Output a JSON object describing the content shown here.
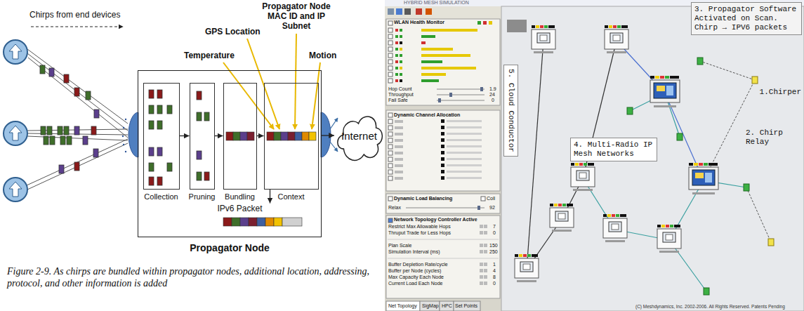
{
  "diagram": {
    "caption": "Figure 2-9. As chirps are bundled within propagator nodes, additional location, addressing, protocol, and other information is added",
    "nodes": [
      {
        "text": [
          "Propagator Node"
        ]
      },
      {
        "text": [
          "Collection"
        ],
        "in": 0
      },
      {
        "text": [
          "Pruning"
        ],
        "in": 0
      },
      {
        "text": [
          "Bundling"
        ],
        "in": 0
      },
      {
        "text": [
          "Context"
        ],
        "in": 0
      },
      {
        "text": [
          "IPv6 Packet"
        ],
        "in": 0
      },
      {
        "text": [
          "Internet"
        ]
      },
      {
        "text": [
          "3. Propagator Software Activated on Scan. Chirp → IPV6 packets"
        ]
      },
      {
        "text": [
          "4. Multi-Radio IP Mesh Networks"
        ]
      },
      {
        "text": [
          "5. Cloud Conductor"
        ]
      }
    ],
    "edges": [
      {
        "from": 1,
        "to": 2,
        "arrow": "to"
      },
      {
        "from": 2,
        "to": 3,
        "arrow": "to"
      },
      {
        "from": 3,
        "to": 4,
        "arrow": "to"
      },
      {
        "from": 4,
        "to": 5,
        "arrow": "to"
      },
      {
        "from": 0,
        "to": 6,
        "arrow": "to"
      }
    ],
    "labels": [
      "Chirps from end devices",
      "GPS Location",
      "Propagator Node MAC ID and IP Subnet",
      "Temperature",
      "Motion",
      "HYBRID MESH SIMULATION",
      "WLAN Health Monitor",
      "Hop Count",
      "Throughput",
      "Fail Safe",
      "1.9",
      "24",
      "0",
      "Dynamic Channel Allocation",
      "Dynamic Load Balancing",
      "Coll",
      "Relax",
      "92",
      "Network Topology Controller Active",
      "Restrict Max Allowable Hops",
      "7",
      "Thruput Trade for Less Hops",
      "0",
      "Plan Scale",
      "150",
      "Simulation Interval (ms)",
      "250",
      "Buffer Depletion Rate/cycle",
      "1",
      "Buffer per Node (cycles)",
      "4",
      "Max Capacity Each Node",
      "8",
      "Current Load Each Node",
      "0",
      "Net Topology",
      "SigMap",
      "HPC",
      "Set Points",
      "1.Chirper",
      "2. Chirp Relay",
      "(C) Meshdynamics, Inc. 2002-2006. All Rights Reserved. Patents Pending"
    ]
  }
}
